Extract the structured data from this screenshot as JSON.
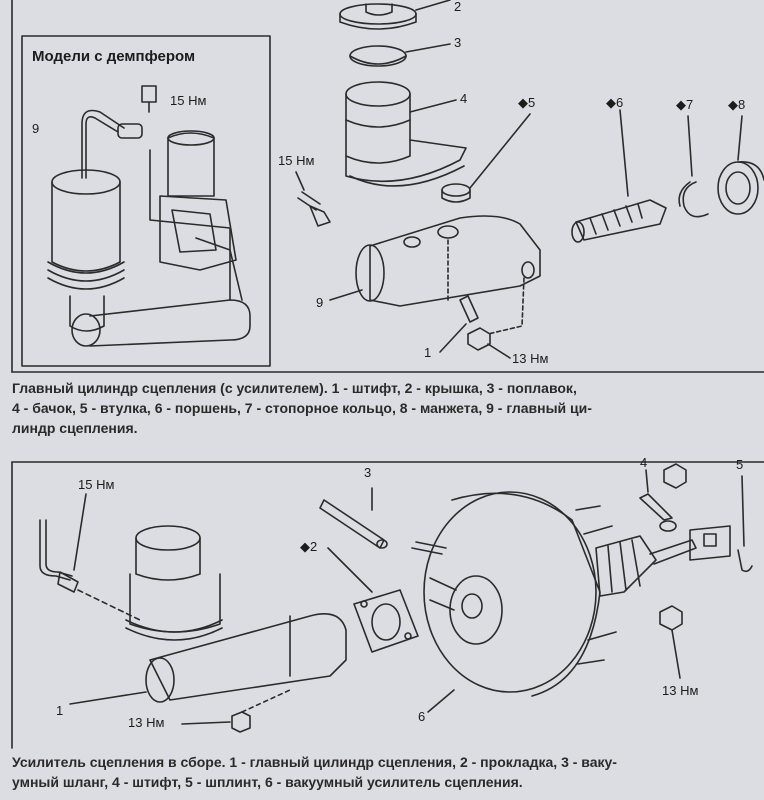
{
  "figure1": {
    "inset_title": "Модели с демпфером",
    "callouts": {
      "torque_inset": "15 Нм",
      "torque_left": "15 Нм",
      "torque_bottom": "13 Нм",
      "n9_inset": "9",
      "n2": "2",
      "n3": "3",
      "n4": "4",
      "n5": "◆5",
      "n6": "◆6",
      "n7": "◆7",
      "n8": "◆8",
      "n9": "9",
      "n1": "1"
    },
    "caption_lines": [
      "Главный цилиндр сцепления (с усилителем). 1 - штифт, 2 - крышка, 3 - поплавок,",
      "4 - бачок, 5 - втулка, 6 - поршень, 7 - стопорное кольцо, 8 - манжета, 9 - главный ци-",
      "линдр сцепления."
    ]
  },
  "figure2": {
    "callouts": {
      "torque_top": "15 Нм",
      "torque_bottom_left": "13 Нм",
      "torque_bottom_right": "13 Нм",
      "n1": "1",
      "n2": "◆2",
      "n3": "3",
      "n4": "4",
      "n5": "5",
      "n6": "6"
    },
    "caption_lines": [
      "Усилитель сцепления в сборе. 1 - главный цилиндр сцепления, 2 - прокладка, 3 - ваку-",
      "умный шланг, 4 - штифт, 5 - шплинт, 6 - вакуумный усилитель сцепления."
    ]
  }
}
